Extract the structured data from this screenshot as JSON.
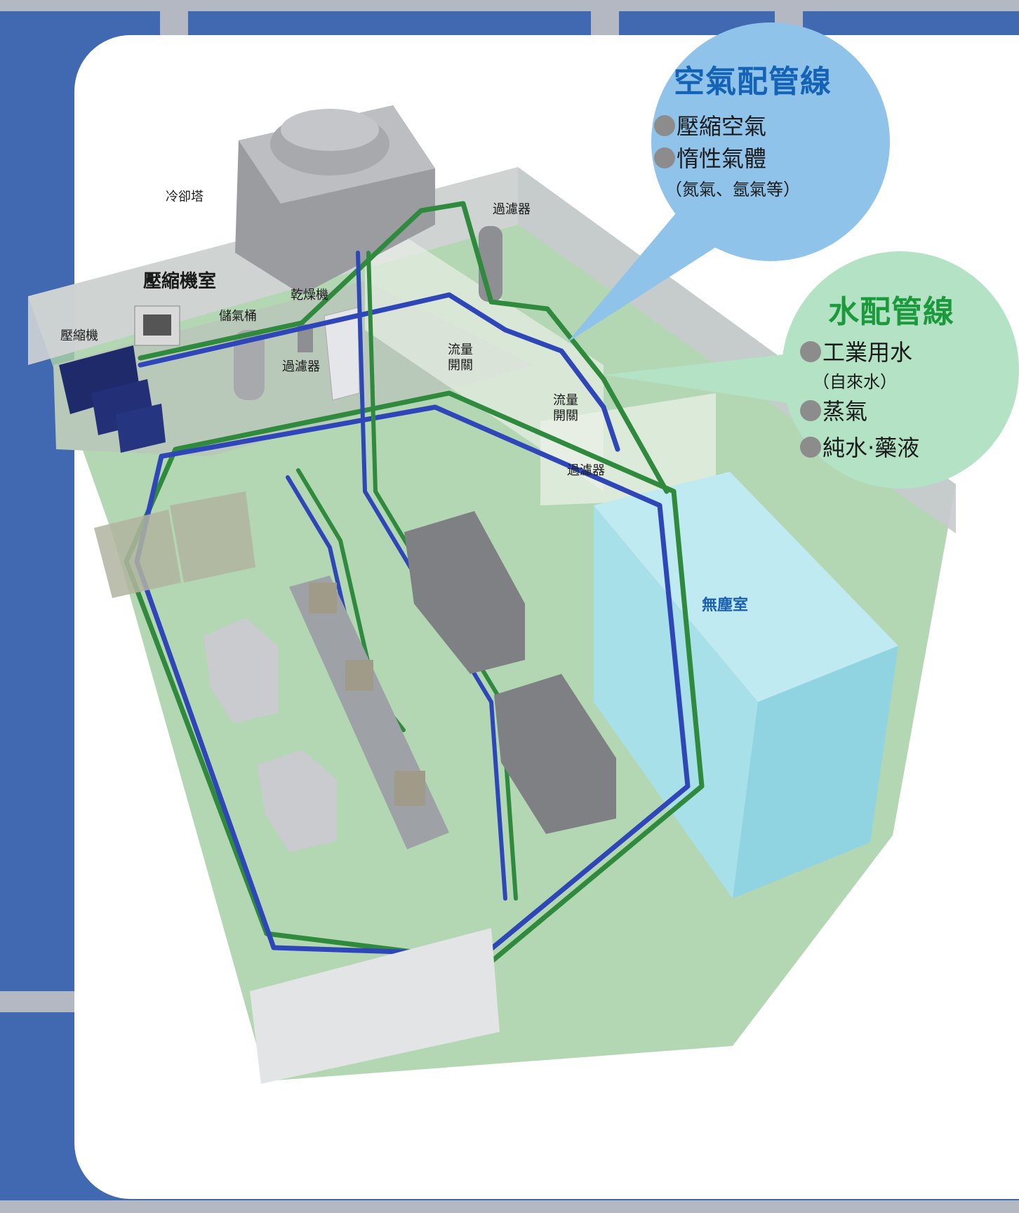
{
  "air_callout": {
    "title": "空氣配管線",
    "items": [
      "壓縮空氣",
      "惰性氣體"
    ],
    "note": "（氮氣、氬氣等）",
    "color": "#8fc3ea",
    "title_color": "#1563b6"
  },
  "water_callout": {
    "title": "水配管線",
    "item1": "工業用水",
    "item1_note": "（自來水）",
    "item2": "蒸氣",
    "item3": "純水‧藥液",
    "color": "#b3e2c4",
    "title_color": "#1b9a3c"
  },
  "labels": {
    "cooling_tower": "冷卻塔",
    "compressor_room": "壓縮機室",
    "compressor": "壓縮機",
    "air_tank": "儲氣桶",
    "dryer": "乾燥機",
    "filter_room": "過濾器",
    "filter_top": "過濾器",
    "flow_switch_1": [
      "流量",
      "開關"
    ],
    "flow_switch_2": [
      "流量",
      "開關"
    ],
    "filter_right": "過濾器",
    "clean_room": "無塵室"
  },
  "colors": {
    "background": "#4169b1",
    "grid": "#b3b8c2",
    "air_pipe": "#2f46b8",
    "water_pipe": "#2f8a3e",
    "floor": "#9cc79d",
    "wall": "#d4d6d8",
    "clean_room": "#a9e3ee"
  }
}
